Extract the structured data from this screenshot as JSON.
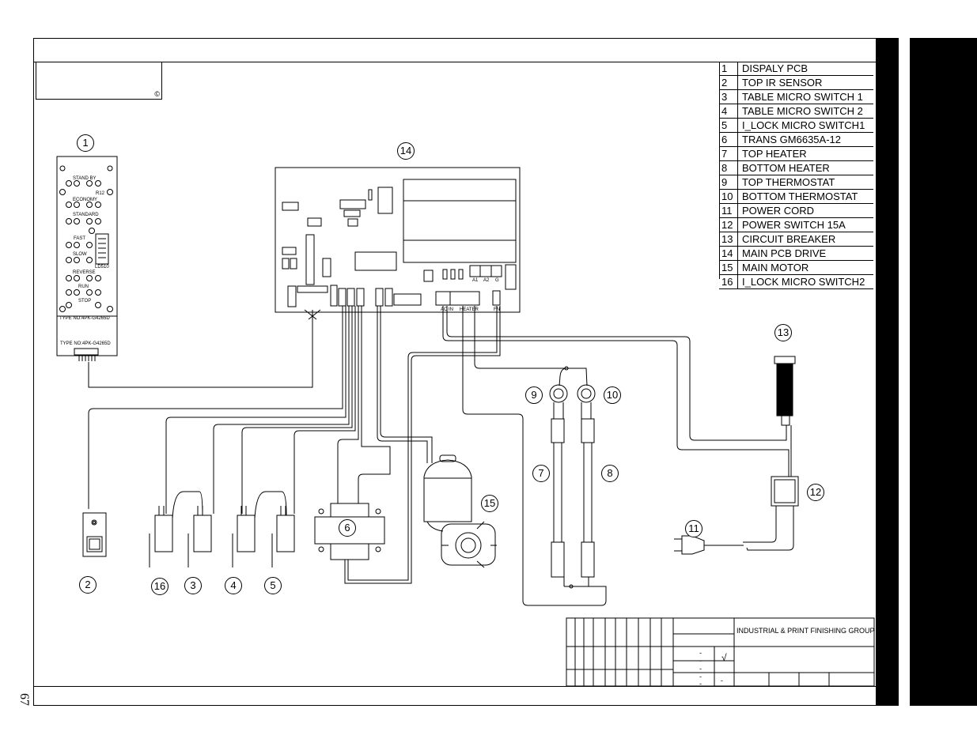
{
  "page_number": "67",
  "title_block": {
    "copyright": "©",
    "company": "INDUSTRIAL & PRINT FINISHING GROUP",
    "check_mark": "√",
    "dashes": [
      "-",
      "-",
      "-",
      "-",
      "-",
      "-"
    ]
  },
  "legend": [
    {
      "num": "1",
      "label": "DISPALY PCB"
    },
    {
      "num": "2",
      "label": "TOP IR SENSOR"
    },
    {
      "num": "3",
      "label": "TABLE MICRO SWITCH 1"
    },
    {
      "num": "4",
      "label": "TABLE MICRO SWITCH 2"
    },
    {
      "num": "5",
      "label": "I_LOCK MICRO SWITCH1"
    },
    {
      "num": "6",
      "label": "TRANS GM6635A-12"
    },
    {
      "num": "7",
      "label": "TOP HEATER"
    },
    {
      "num": "8",
      "label": "BOTTOM HEATER"
    },
    {
      "num": "9",
      "label": "TOP THERMOSTAT"
    },
    {
      "num": "10",
      "label": "BOTTOM THERMOSTAT"
    },
    {
      "num": "11",
      "label": "POWER CORD"
    },
    {
      "num": "12",
      "label": "POWER SWITCH 15A"
    },
    {
      "num": "13",
      "label": "CIRCUIT BREAKER"
    },
    {
      "num": "14",
      "label": "MAIN PCB DRIVE"
    },
    {
      "num": "15",
      "label": "MAIN MOTOR"
    },
    {
      "num": "16",
      "label": "I_LOCK MICRO SWITCH2"
    }
  ],
  "callouts": {
    "c1": "1",
    "c2": "2",
    "c3": "3",
    "c4": "4",
    "c5": "5",
    "c6": "6",
    "c7": "7",
    "c8": "8",
    "c9": "9",
    "c10": "10",
    "c11": "11",
    "c12": "12",
    "c13": "13",
    "c14": "14",
    "c15": "15",
    "c16": "16"
  },
  "display_pcb": {
    "labels": [
      "STAND BY",
      "R12",
      "ECONOMY",
      "STANDARD",
      "FAST",
      "SLOW",
      "REVERSE",
      "RUN",
      "STOP",
      "LD510"
    ],
    "type_top": "TYPE NO:4PK-G4265D",
    "type_bottom": "TYPE NO:4PK-G4265D"
  },
  "main_pcb": {
    "terminals_right": [
      "A1",
      "A2",
      "G"
    ],
    "terminals_bottom": [
      "AC IN",
      "HEATER",
      "FN"
    ]
  }
}
